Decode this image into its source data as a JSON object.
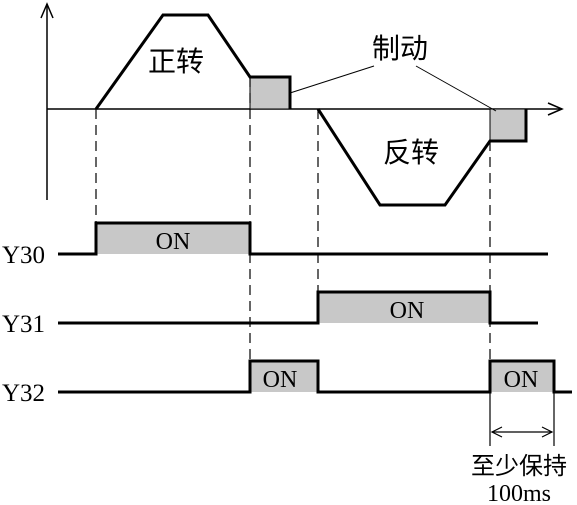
{
  "motor": {
    "forward_label": "正转",
    "reverse_label": "反转",
    "brake_label": "制动"
  },
  "signals": [
    {
      "name": "Y30",
      "on_label": "ON"
    },
    {
      "name": "Y31",
      "on_label": "ON"
    },
    {
      "name": "Y32",
      "on_label_1": "ON",
      "on_label_2": "ON"
    }
  ],
  "annotation": {
    "hold_line1": "至少保持",
    "hold_line2": "100ms"
  },
  "colors": {
    "line": "#000000",
    "pulse_fill": "#c8c8c8",
    "background": "#ffffff"
  }
}
